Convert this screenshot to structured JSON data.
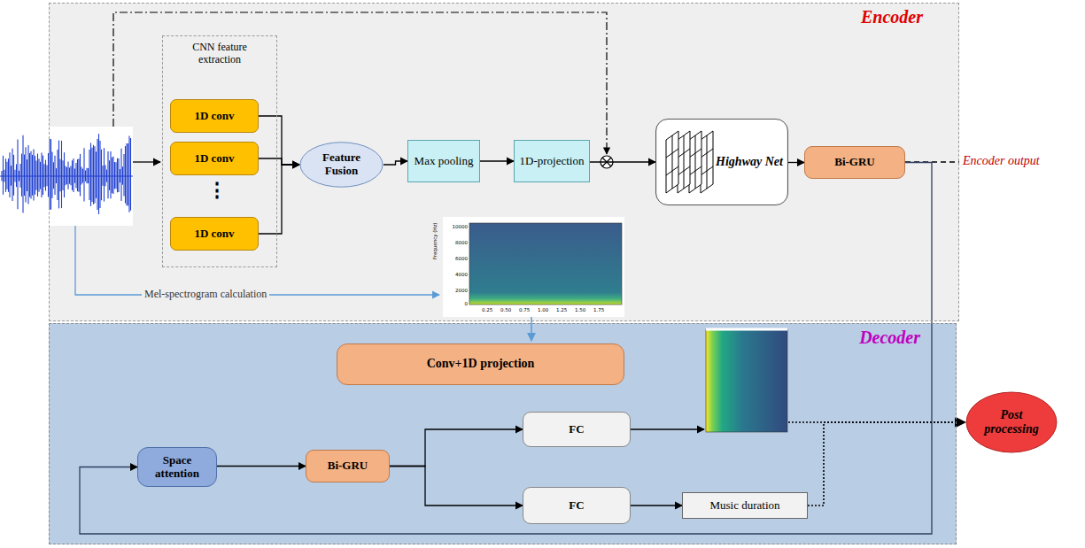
{
  "diagram": {
    "nodes": [
      {
        "text": [
          "Encoder"
        ]
      },
      {
        "text": [
          "CNN feature extraction"
        ],
        "in": 0
      },
      {
        "text": [
          "1D conv"
        ],
        "in": 1
      },
      {
        "text": [
          "1D conv"
        ],
        "in": 1
      },
      {
        "text": [
          "1D conv"
        ],
        "in": 1
      },
      {
        "text": [
          "Feature Fusion"
        ],
        "in": 0
      },
      {
        "text": [
          "Max pooling"
        ],
        "in": 0
      },
      {
        "text": [
          "1D-projection"
        ],
        "in": 0
      },
      {
        "text": [
          "Highway Net"
        ],
        "in": 0
      },
      {
        "text": [
          "Bi-GRU"
        ],
        "in": 0
      },
      {
        "text": [
          "Decoder"
        ]
      },
      {
        "text": [
          "Conv+1D projection"
        ],
        "in": 10
      },
      {
        "text": [
          "Space attention"
        ],
        "in": 10
      },
      {
        "text": [
          "Bi-GRU"
        ],
        "in": 10
      },
      {
        "text": [
          "FC"
        ],
        "in": 10
      },
      {
        "text": [
          "FC"
        ],
        "in": 10
      },
      {
        "text": [
          "Music duration"
        ],
        "in": 10
      },
      {
        "text": [
          "Post processing"
        ]
      }
    ],
    "edges": [
      {
        "from": 2,
        "to": 5,
        "arrow": "to"
      },
      {
        "from": 3,
        "to": 5,
        "arrow": "to"
      },
      {
        "from": 4,
        "to": 5,
        "arrow": "to"
      },
      {
        "from": 5,
        "to": 6,
        "arrow": "to"
      },
      {
        "from": 6,
        "to": 7,
        "arrow": "to"
      },
      {
        "from": 7,
        "to": 8,
        "arrow": "to"
      },
      {
        "from": 8,
        "to": 9,
        "arrow": "to"
      },
      {
        "from": 9,
        "to": 12,
        "arrow": "to"
      },
      {
        "from": 12,
        "to": 13,
        "arrow": "to"
      },
      {
        "from": 13,
        "to": 14,
        "arrow": "to"
      },
      {
        "from": 13,
        "to": 15,
        "arrow": "to"
      },
      {
        "from": 15,
        "to": 16,
        "arrow": "to"
      },
      {
        "from": 16,
        "to": 17,
        "arrow": "to"
      }
    ],
    "labels": [
      "⋮",
      "Encoder output",
      "Mel-spectrogram calculation",
      "Frequency (Hz)",
      "10000",
      "8000",
      "6000",
      "4000",
      "2000",
      "0",
      "0.25",
      "0.50",
      "0.75",
      "1.00",
      "1.25",
      "1.50",
      "1.75"
    ]
  }
}
